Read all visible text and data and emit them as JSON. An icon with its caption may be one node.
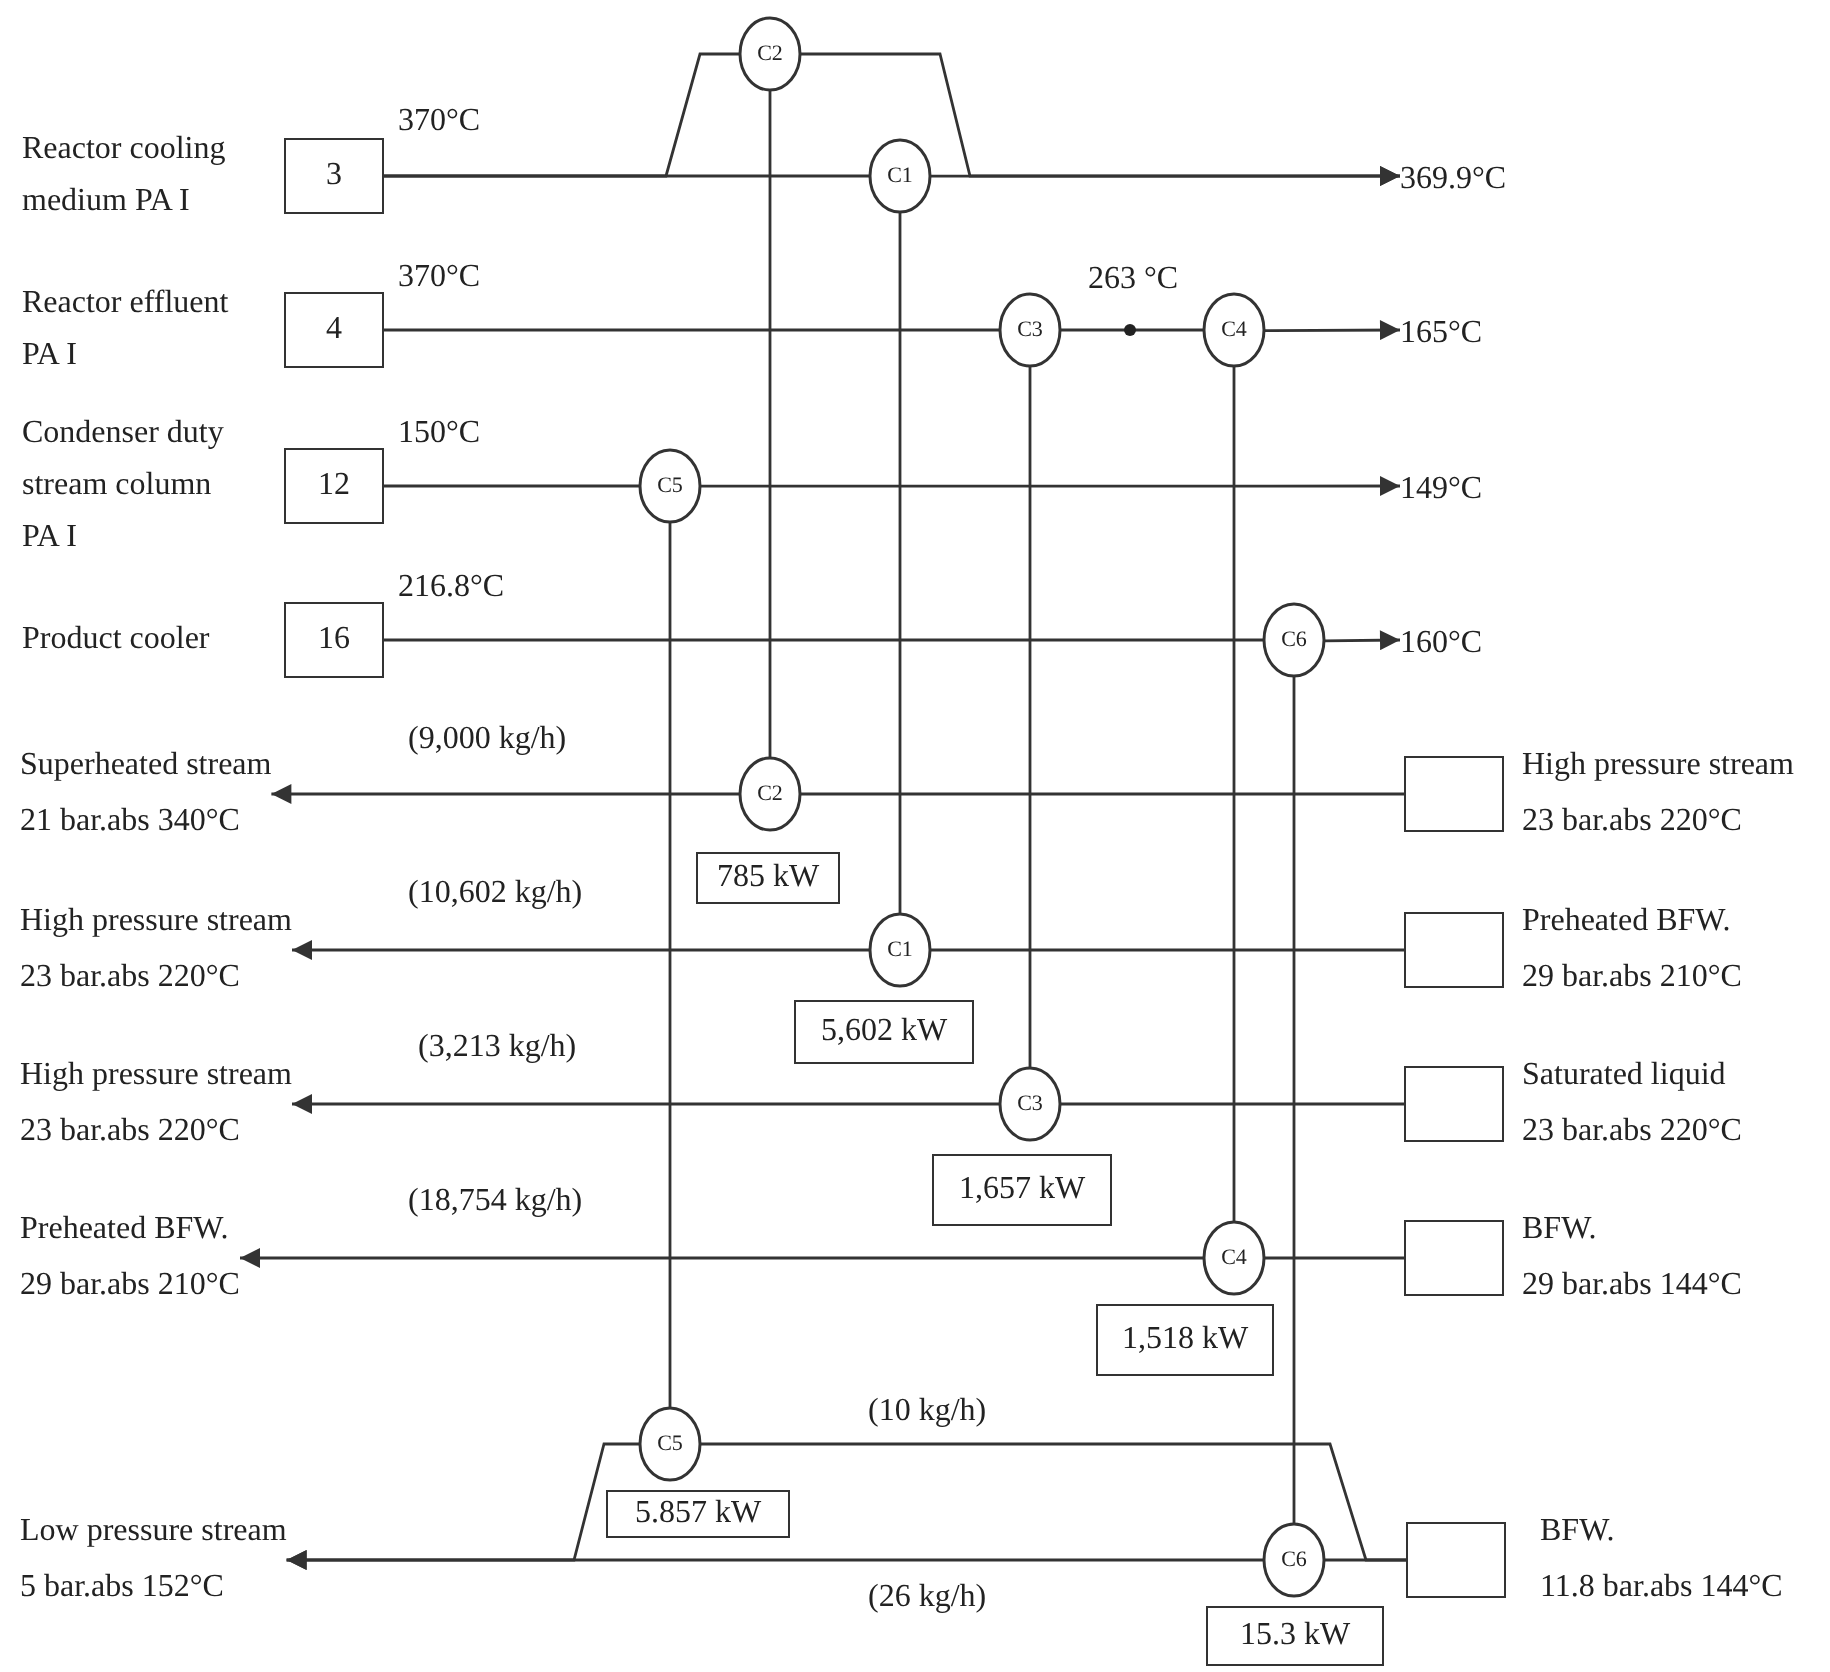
{
  "diagram": {
    "nodes": [
      {
        "text": [
          "3"
        ],
        "beside": [
          "Reactor cooling medium PA I"
        ]
      },
      {
        "text": [
          "4"
        ],
        "beside": [
          "Reactor effluent PA I"
        ]
      },
      {
        "text": [
          "12"
        ],
        "beside": [
          "Condenser duty stream column PA I"
        ]
      },
      {
        "text": [
          "16"
        ],
        "beside": [
          "Product cooler"
        ]
      },
      {
        "text": [
          "C2"
        ]
      },
      {
        "text": [
          "C1"
        ]
      },
      {
        "text": [
          "C3"
        ]
      },
      {
        "text": [
          "C4"
        ]
      },
      {
        "text": [
          "C5"
        ]
      },
      {
        "text": [
          "C6"
        ]
      },
      {
        "text": [
          "369.9°C"
        ]
      },
      {
        "text": [
          "165°C"
        ]
      },
      {
        "text": [
          "149°C"
        ]
      },
      {
        "text": [
          "160°C"
        ]
      },
      {
        "text": [
          "Superheated stream",
          "21 bar.abs 340°C"
        ]
      },
      {
        "text": [
          "C2"
        ]
      },
      {
        "text": [
          "785 kW"
        ]
      },
      {
        "text": [],
        "shape": "box",
        "beside": [
          "High pressure stream",
          "23 bar.abs 220°C"
        ]
      },
      {
        "text": [
          "High pressure stream",
          "23 bar.abs 220°C"
        ]
      },
      {
        "text": [
          "C1"
        ]
      },
      {
        "text": [
          "5,602 kW"
        ]
      },
      {
        "text": [],
        "shape": "box",
        "beside": [
          "Preheated BFW.",
          "29 bar.abs 210°C"
        ]
      },
      {
        "text": [
          "High pressure stream",
          "23 bar.abs 220°C"
        ]
      },
      {
        "text": [
          "C3"
        ]
      },
      {
        "text": [
          "1,657 kW"
        ]
      },
      {
        "text": [],
        "shape": "box",
        "beside": [
          "Saturated liquid",
          "23 bar.abs 220°C"
        ]
      },
      {
        "text": [
          "Preheated BFW.",
          "29 bar.abs 210°C"
        ]
      },
      {
        "text": [
          "C4"
        ]
      },
      {
        "text": [
          "1,518 kW"
        ]
      },
      {
        "text": [],
        "shape": "box",
        "beside": [
          "BFW.",
          "29 bar.abs 144°C"
        ]
      },
      {
        "text": [
          "Low pressure stream",
          "5 bar.abs 152°C"
        ]
      },
      {
        "text": [
          "C5"
        ]
      },
      {
        "text": [
          "5.857 kW"
        ]
      },
      {
        "text": [
          "C6"
        ]
      },
      {
        "text": [
          "15.3 kW"
        ]
      },
      {
        "text": [],
        "shape": "box",
        "beside": [
          "BFW.",
          "11.8 bar.abs 144°C"
        ]
      }
    ],
    "edges": [
      {
        "from": 0,
        "to": 5,
        "arrow": "none",
        "label": "370°C"
      },
      {
        "from": 0,
        "to": 4,
        "arrow": "none"
      },
      {
        "from": 5,
        "to": 10,
        "arrow": "to"
      },
      {
        "from": 4,
        "to": 10,
        "arrow": "to"
      },
      {
        "from": 1,
        "to": 6,
        "arrow": "none",
        "label": "370°C"
      },
      {
        "from": 6,
        "to": 7,
        "arrow": "none",
        "label": "263 °C"
      },
      {
        "from": 7,
        "to": 11,
        "arrow": "to"
      },
      {
        "from": 2,
        "to": 8,
        "arrow": "none",
        "label": "150°C"
      },
      {
        "from": 8,
        "to": 12,
        "arrow": "to"
      },
      {
        "from": 3,
        "to": 9,
        "arrow": "none",
        "label": "216.8°C"
      },
      {
        "from": 9,
        "to": 13,
        "arrow": "to"
      },
      {
        "from": 17,
        "to": 15,
        "arrow": "none"
      },
      {
        "from": 15,
        "to": 14,
        "arrow": "to",
        "label": "(9,000 kg/h)"
      },
      {
        "from": 21,
        "to": 19,
        "arrow": "none"
      },
      {
        "from": 19,
        "to": 18,
        "arrow": "to",
        "label": "(10,602 kg/h)"
      },
      {
        "from": 25,
        "to": 23,
        "arrow": "none"
      },
      {
        "from": 23,
        "to": 22,
        "arrow": "to",
        "label": "(3,213 kg/h)"
      },
      {
        "from": 29,
        "to": 27,
        "arrow": "none"
      },
      {
        "from": 27,
        "to": 26,
        "arrow": "to",
        "label": "(18,754 kg/h)"
      },
      {
        "from": 35,
        "to": 33,
        "arrow": "none"
      },
      {
        "from": 35,
        "to": 31,
        "arrow": "none",
        "label": "(10 kg/h)"
      },
      {
        "from": 33,
        "to": 30,
        "arrow": "to",
        "label": "(26 kg/h)"
      },
      {
        "from": 31,
        "to": 30,
        "arrow": "to"
      },
      {
        "from": 4,
        "to": 15,
        "arrow": "none"
      },
      {
        "from": 5,
        "to": 19,
        "arrow": "none"
      },
      {
        "from": 6,
        "to": 23,
        "arrow": "none"
      },
      {
        "from": 7,
        "to": 27,
        "arrow": "none"
      },
      {
        "from": 8,
        "to": 31,
        "arrow": "none"
      },
      {
        "from": 9,
        "to": 33,
        "arrow": "none"
      }
    ]
  }
}
